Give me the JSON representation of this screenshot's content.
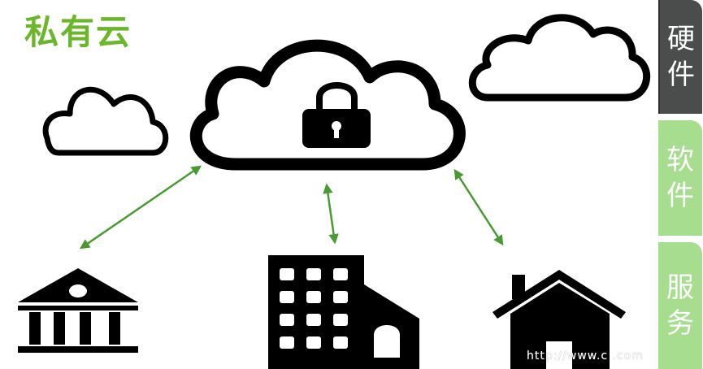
{
  "title": "私有云",
  "tabs": {
    "hardware": [
      "硬",
      "件"
    ],
    "software": [
      "软",
      "件"
    ],
    "service": [
      "服",
      "务"
    ]
  },
  "watermark": "http://www.c          .com",
  "colors": {
    "title": "#6bb62a",
    "arrow": "#4a9a32",
    "tab_active": "#4a4d4c",
    "tab_inactive": "#a7dd8e"
  }
}
